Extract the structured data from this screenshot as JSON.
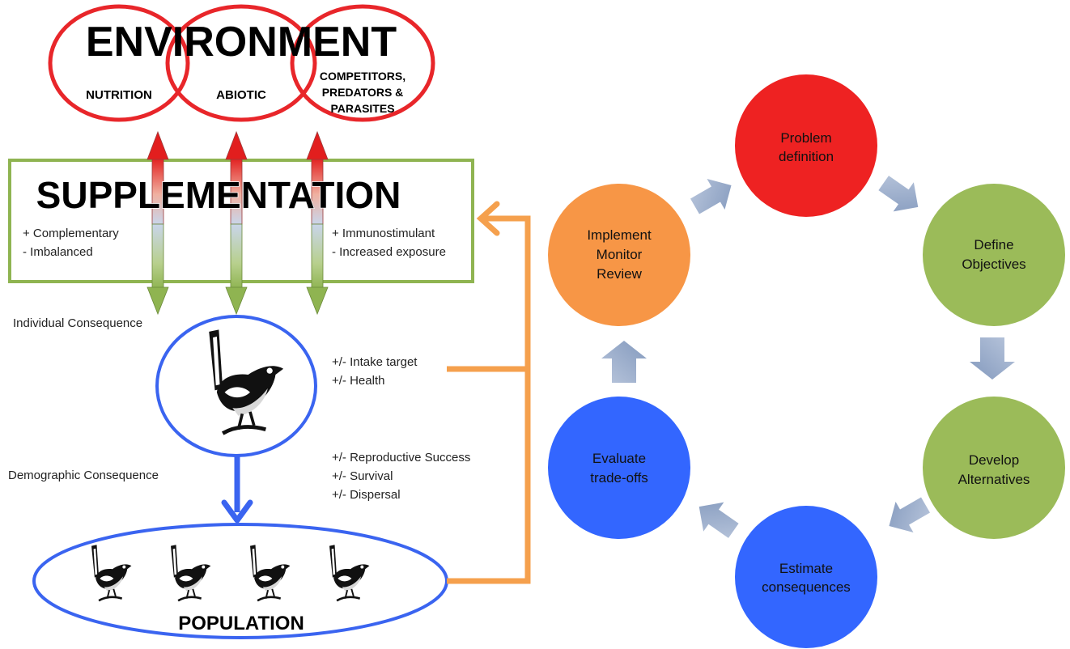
{
  "environment": {
    "title": "ENVIRONMENT",
    "circles": [
      {
        "label": "NUTRITION"
      },
      {
        "label": "ABIOTIC"
      },
      {
        "lines": [
          "COMPETITORS,",
          "PREDATORS &",
          "PARASITES"
        ]
      }
    ]
  },
  "supplementation": {
    "title": "SUPPLEMENTATION",
    "left_effects": [
      "+ Complementary",
      "- Imbalanced"
    ],
    "right_effects": [
      "+ Immunostimulant",
      "- Increased exposure"
    ]
  },
  "individual": {
    "label": "Individual Consequence",
    "effects": [
      "+/- Intake target",
      "+/- Health"
    ]
  },
  "demographic": {
    "label": "Demographic Consequence",
    "effects": [
      "+/- Reproductive Success",
      "+/- Survival",
      "+/- Dispersal"
    ]
  },
  "population": {
    "label": "POPULATION"
  },
  "cycle": {
    "nodes": [
      {
        "lines": [
          "Problem",
          "definition"
        ],
        "color": "#ee2222"
      },
      {
        "lines": [
          "Define",
          "Objectives"
        ],
        "color": "#9bbb59"
      },
      {
        "lines": [
          "Develop",
          "Alternatives"
        ],
        "color": "#9bbb59"
      },
      {
        "lines": [
          "Estimate",
          "consequences"
        ],
        "color": "#3366ff"
      },
      {
        "lines": [
          "Evaluate",
          "trade-offs"
        ],
        "color": "#3366ff"
      },
      {
        "lines": [
          "Implement",
          "Monitor",
          "Review"
        ],
        "color": "#f79646"
      }
    ],
    "arrow_color": "#95a9c9"
  },
  "colors": {
    "environment_ring": "#e8262a",
    "supplementation_border": "#8fb451",
    "bird_outline": "#3a64f0",
    "feedback_arrow": "#f5a04d"
  }
}
